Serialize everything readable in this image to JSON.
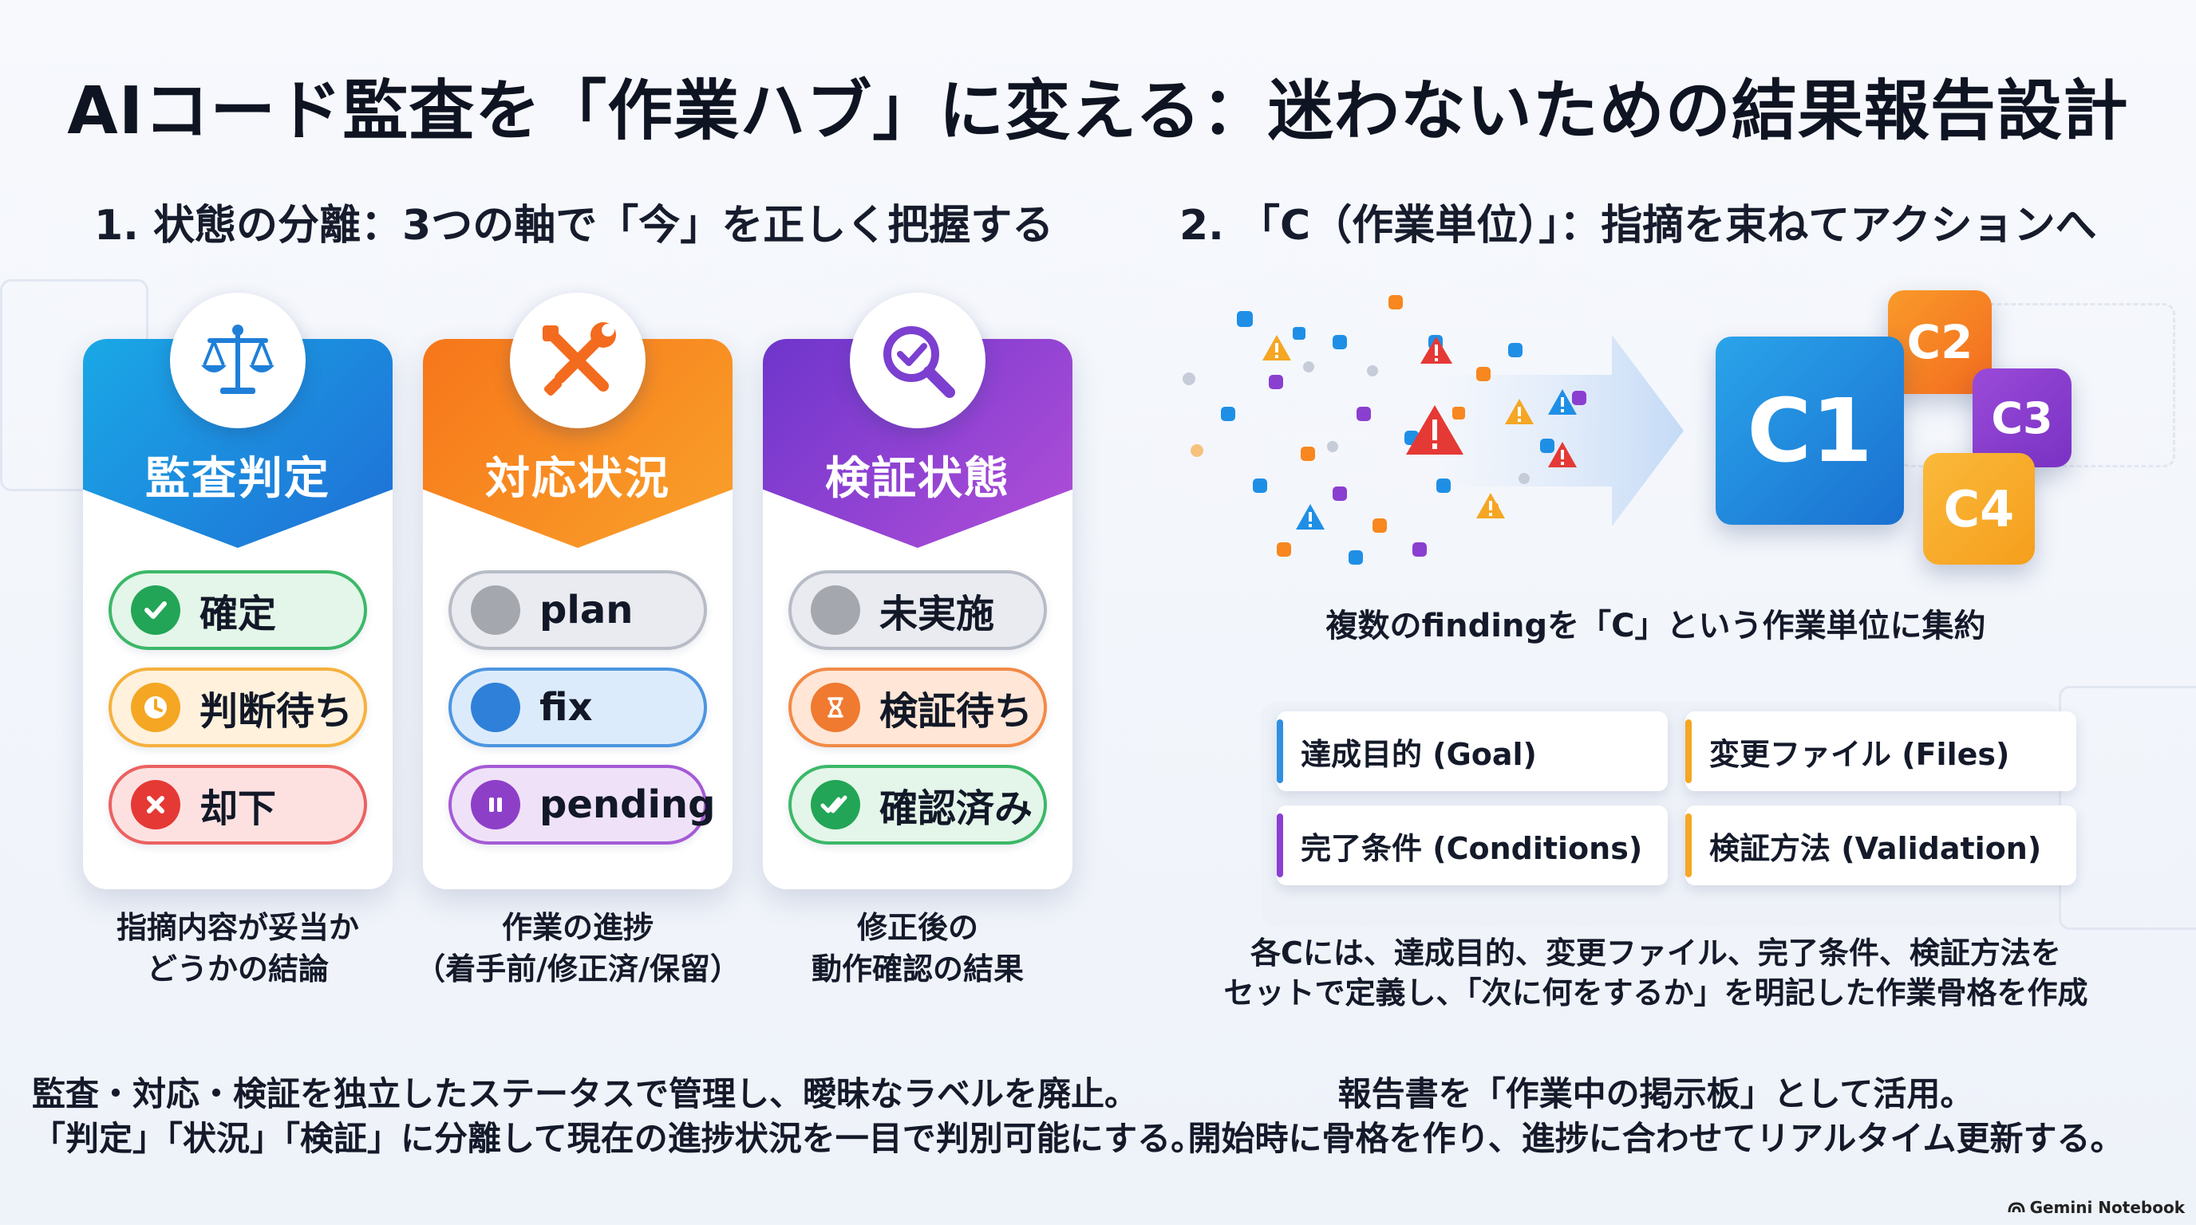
{
  "title": "AIコード監査を「作業ハブ」に変える：迷わないための結果報告設計",
  "section1": {
    "title": "1. 状態の分離：3つの軸で「今」を正しく把握する",
    "cards": [
      {
        "title": "監査判定",
        "icon": "scales-icon",
        "color": "#1d8fe0",
        "caption_line1": "指摘内容が妥当か",
        "caption_line2": "どうかの結論",
        "statuses": [
          {
            "label": "確定",
            "icon": "check-icon",
            "bg": "#e3f6e9",
            "border": "#3cb868",
            "dot": "#22a556"
          },
          {
            "label": "判断待ち",
            "icon": "clock-icon",
            "bg": "#fff1dc",
            "border": "#f5b13e",
            "dot": "#f5a623"
          },
          {
            "label": "却下",
            "icon": "x-icon",
            "bg": "#fde1e1",
            "border": "#ec6161",
            "dot": "#e53935"
          }
        ]
      },
      {
        "title": "対応状況",
        "icon": "tools-icon",
        "color": "#f7871e",
        "caption_line1": "作業の進捗",
        "caption_line2": "（着手前/修正済/保留）",
        "statuses": [
          {
            "label": "plan",
            "icon": "gray-dot-icon",
            "bg": "#e9ebf0",
            "border": "#b8bcc6",
            "dot": "#a4a7ae"
          },
          {
            "label": "fix",
            "icon": "blue-dot-icon",
            "bg": "#dcebfb",
            "border": "#4d95e0",
            "dot": "#2f80d9"
          },
          {
            "label": "pending",
            "icon": "pause-icon",
            "bg": "#efe2f8",
            "border": "#a55ad6",
            "dot": "#8e3fc8"
          }
        ]
      },
      {
        "title": "検証状態",
        "icon": "magnifier-check-icon",
        "color": "#7c3fd0",
        "caption_line1": "修正後の",
        "caption_line2": "動作確認の結果",
        "statuses": [
          {
            "label": "未実施",
            "icon": "gray-dot-icon",
            "bg": "#e9ebf0",
            "border": "#b8bcc6",
            "dot": "#a4a7ae"
          },
          {
            "label": "検証待ち",
            "icon": "hourglass-icon",
            "bg": "#ffe6d6",
            "border": "#f28a47",
            "dot": "#f07a30"
          },
          {
            "label": "確認済み",
            "icon": "double-check-icon",
            "bg": "#e3f6e9",
            "border": "#3cb868",
            "dot": "#22a556"
          }
        ]
      }
    ],
    "summary_line1": "監査・対応・検証を独立したステータスで管理し、曖昧なラベルを廃止。",
    "summary_line2": "「判定」「状況」「検証」に分離して現在の進捗状況を一目で判別可能にする。"
  },
  "section2": {
    "title": "2. 「C（作業単位）」：指摘を束ねてアクションへ",
    "c_blocks": [
      {
        "label": "C1",
        "color": "#1f8fe6"
      },
      {
        "label": "C2",
        "color": "#f7871e"
      },
      {
        "label": "C3",
        "color": "#8a3fd0"
      },
      {
        "label": "C4",
        "color": "#f7a928"
      }
    ],
    "aggregate_caption": "複数のfindingを「C」という作業単位に集約",
    "attributes": [
      {
        "label": "達成目的 (Goal)",
        "color": "#2f8fe0"
      },
      {
        "label": "変更ファイル (Files)",
        "color": "#f5a623"
      },
      {
        "label": "完了条件 (Conditions)",
        "color": "#8a3fd0"
      },
      {
        "label": "検証方法 (Validation)",
        "color": "#f5a623"
      }
    ],
    "attr_caption_line1": "各Cには、達成目的、変更ファイル、完了条件、検証方法を",
    "attr_caption_line2": "セットで定義し、「次に何をするか」を明記した作業骨格を作成",
    "summary_line1": "報告書を「作業中の掲示板」として活用。",
    "summary_line2": "開始時に骨格を作り、進捗に合わせてリアルタイム更新する。"
  },
  "footer": {
    "brand": "Gemini Notebook",
    "icon": "gemini-logo-icon"
  }
}
